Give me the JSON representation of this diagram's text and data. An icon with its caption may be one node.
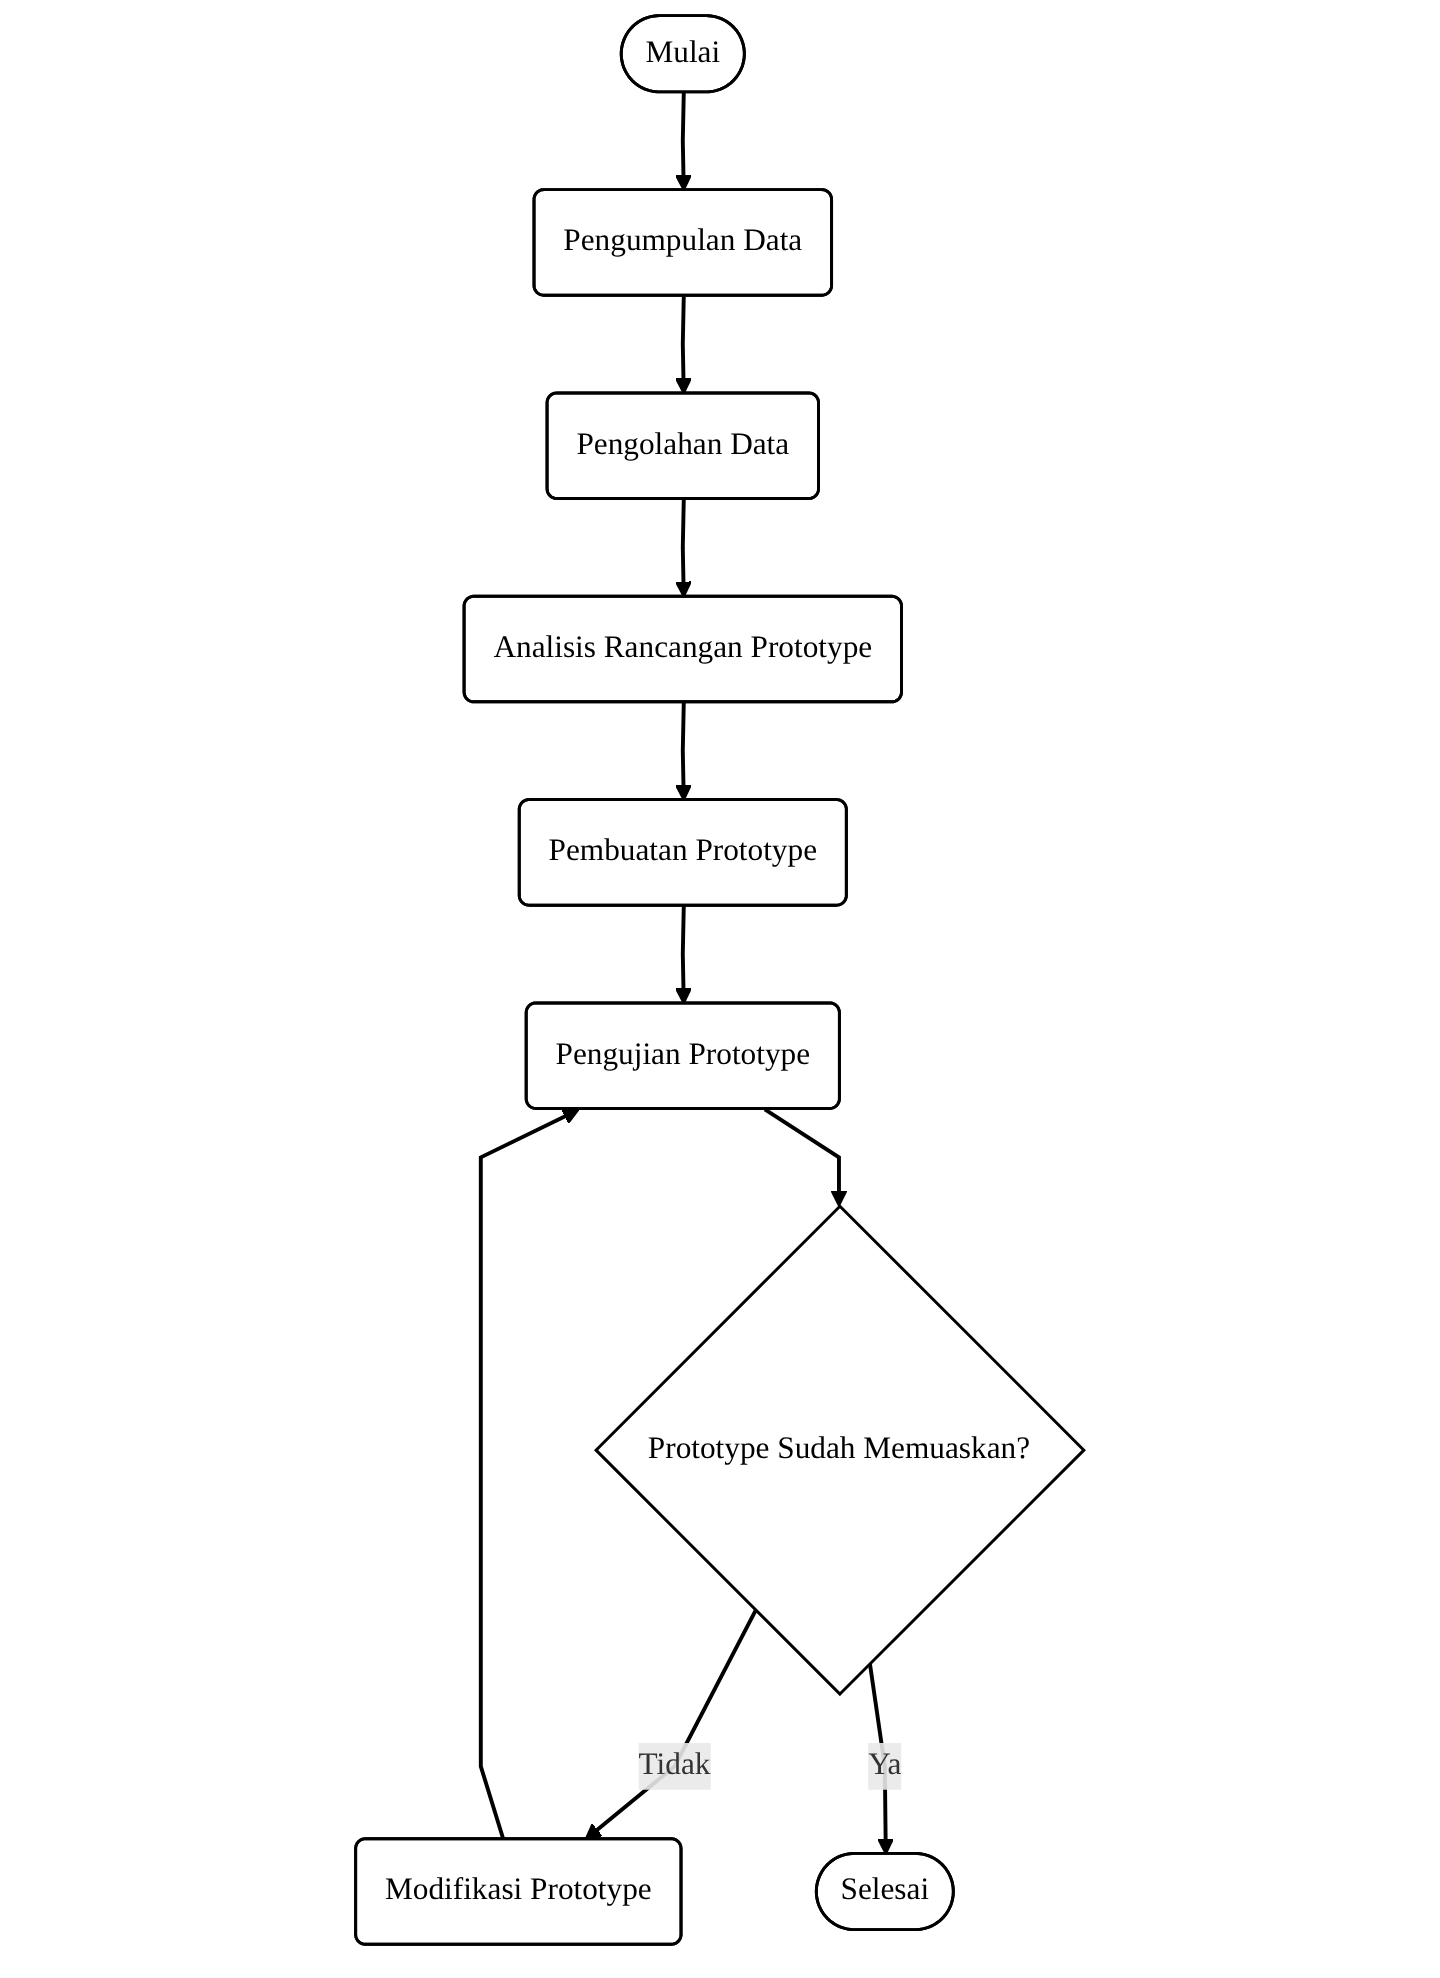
{
  "diagram": {
    "nodes": [
      {
        "text": [
          "Mulai"
        ]
      },
      {
        "text": [
          "Pengumpulan Data"
        ]
      },
      {
        "text": [
          "Pengolahan Data"
        ]
      },
      {
        "text": [
          "Analisis Rancangan Prototype"
        ]
      },
      {
        "text": [
          "Pembuatan Prototype"
        ]
      },
      {
        "text": [
          "Pengujian Prototype"
        ]
      },
      {
        "text": [
          "Prototype Sudah Memuaskan?"
        ]
      },
      {
        "text": [
          "Modifikasi Prototype"
        ]
      },
      {
        "text": [
          "Selesai"
        ]
      }
    ],
    "edges": [
      {
        "from": 0,
        "to": 1,
        "arrow": "to"
      },
      {
        "from": 1,
        "to": 2,
        "arrow": "to"
      },
      {
        "from": 2,
        "to": 3,
        "arrow": "to"
      },
      {
        "from": 3,
        "to": 4,
        "arrow": "to"
      },
      {
        "from": 4,
        "to": 5,
        "arrow": "to"
      },
      {
        "from": 5,
        "to": 6,
        "arrow": "to"
      },
      {
        "from": 6,
        "to": 7,
        "arrow": "to",
        "label": "Tidak"
      },
      {
        "from": 7,
        "to": 5,
        "arrow": "to"
      },
      {
        "from": 6,
        "to": 8,
        "arrow": "to",
        "label": "Ya"
      }
    ]
  }
}
